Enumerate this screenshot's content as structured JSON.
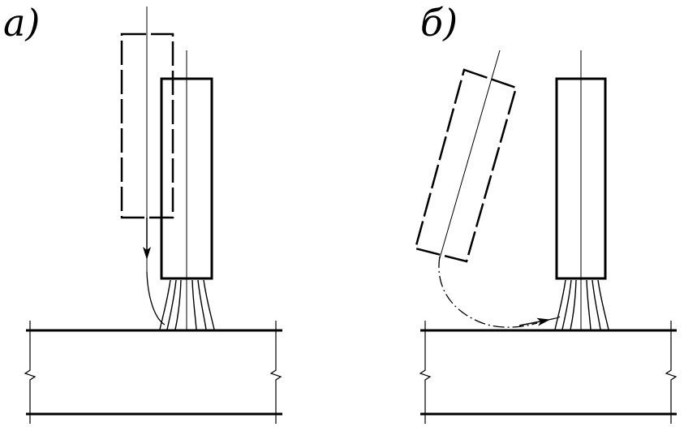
{
  "diagram": {
    "panels": [
      {
        "id": "a",
        "label": "а)"
      },
      {
        "id": "b",
        "label": "б)"
      }
    ]
  }
}
